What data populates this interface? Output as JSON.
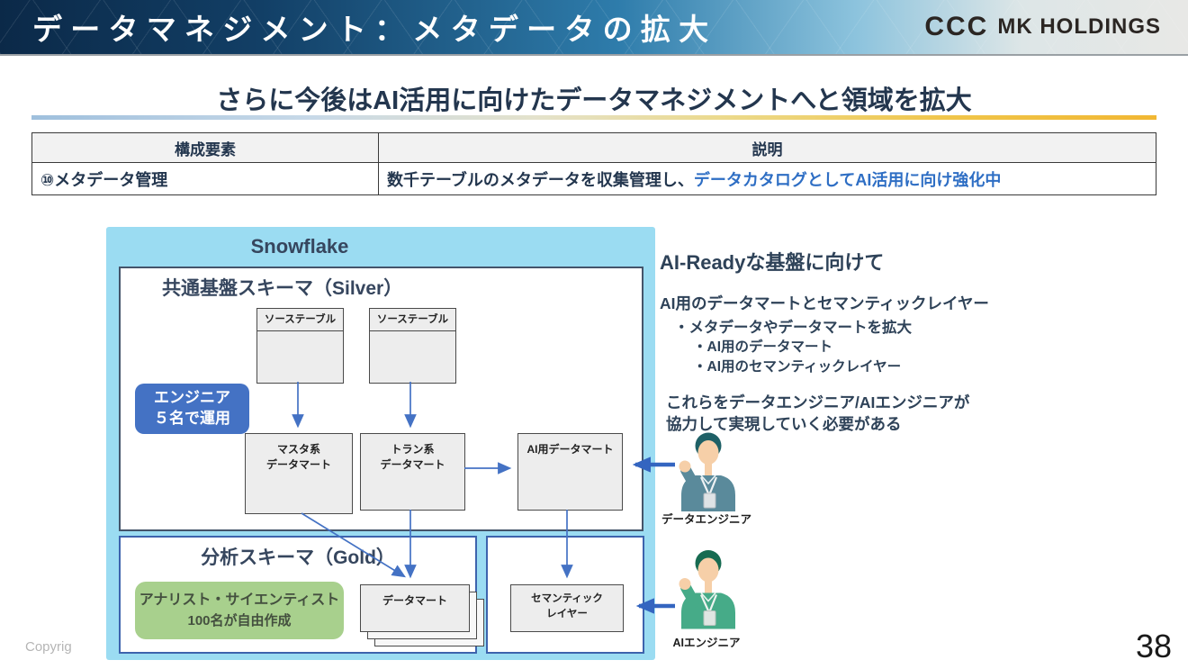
{
  "header": {
    "title": "データマネジメント：メタデータの拡大",
    "logo_mark": "CCC",
    "logo_name": "MK HOLDINGS"
  },
  "subtitle": "さらに今後はAI活用に向けたデータマネジメントへと領域を拡大",
  "table": {
    "headers": [
      "構成要素",
      "説明"
    ],
    "row": {
      "component": "⑩メタデータ管理",
      "description_plain": "数千テーブルのメタデータを収集管理し、",
      "description_highlight": "データカタログとしてAI活用に向け強化中"
    }
  },
  "diagram": {
    "platform_title": "Snowflake",
    "silver": {
      "title": "共通基盤スキーマ（Silver）",
      "source_table_1": "ソーステーブル",
      "source_table_2": "ソーステーブル",
      "engineer_badge_line1": "エンジニア",
      "engineer_badge_line2": "５名で運用",
      "master_mart_line1": "マスタ系",
      "master_mart_line2": "データマート",
      "tran_mart_line1": "トラン系",
      "tran_mart_line2": "データマート",
      "ai_mart": "AI用データマート"
    },
    "gold": {
      "title": "分析スキーマ（Gold）",
      "analyst_badge_line1": "アナリスト・サイエンティスト",
      "analyst_badge_line2": "100名が自由作成",
      "datamart": "データマート"
    },
    "semantic": {
      "layer_line1": "セマンティック",
      "layer_line2": "レイヤー"
    }
  },
  "right_panel": {
    "heading": "AI-Readyな基盤に向けて",
    "sub_heading": "AI用のデータマートとセマンティックレイヤー",
    "bullets": [
      "・メタデータやデータマートを拡大",
      "・AI用のデータマート",
      "・AI用のセマンティックレイヤー"
    ],
    "note_line1": "これらをデータエンジニア/AIエンジニアが",
    "note_line2": "協力して実現していく必要がある",
    "person1_label": "データエンジニア",
    "person2_label": "AIエンジニア"
  },
  "footer": {
    "copyright_visible": "Copyrig",
    "page_number": "38"
  },
  "colors": {
    "header_dark": "#0b2948",
    "cyan_container": "#9bdcf2",
    "accent_blue": "#4472c4",
    "highlight_text": "#2e6ec4",
    "green_badge": "#a8d08d",
    "gold_rule": "#f1b733",
    "navy_text": "#23364e"
  }
}
